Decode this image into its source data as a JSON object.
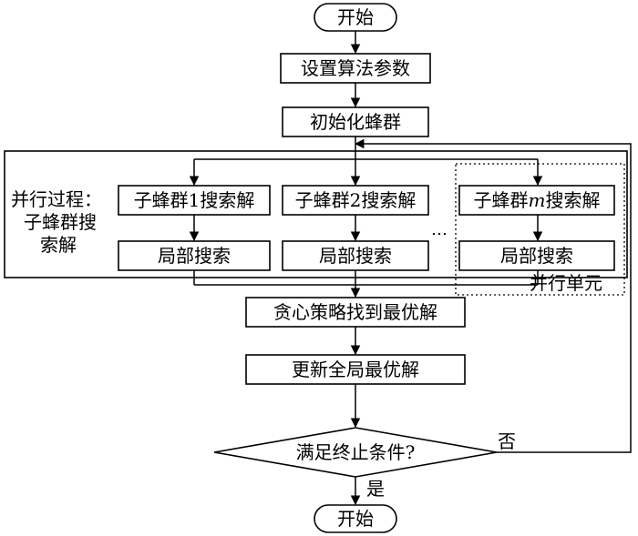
{
  "nodes": {
    "start": "开始",
    "set_params": "设置算法参数",
    "init_swarm": "初始化蜂群",
    "sub1": "子蜂群1搜索解",
    "sub2": "子蜂群2搜索解",
    "subm_prefix": "子蜂群",
    "subm_var": "m",
    "subm_suffix": "搜索解",
    "local1": "局部搜索",
    "local2": "局部搜索",
    "localm": "局部搜索",
    "greedy": "贪心策略找到最优解",
    "update": "更新全局最优解",
    "decision": "满足终止条件?",
    "end": "开始"
  },
  "parallel_label": [
    "并行过程：",
    "子蜂群搜",
    "索解"
  ],
  "ellipsis": "…",
  "parallel_unit_label": "并行单元",
  "edge_labels": {
    "yes": "是",
    "no": "否"
  }
}
